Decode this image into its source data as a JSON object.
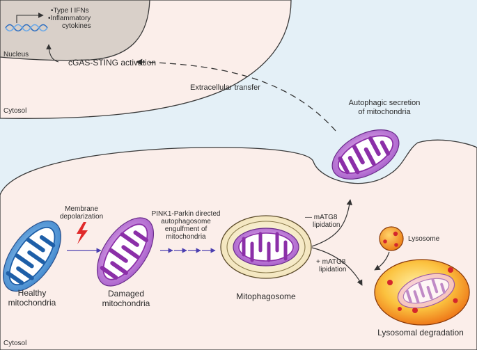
{
  "nucleus": {
    "label": "Nucleus",
    "bullet_1": "•Type I IFNs",
    "bullet_2": "•Inflammatory",
    "bullet_3": "cytokines"
  },
  "recipient_cell": {
    "cytosol_label": "Cytosol"
  },
  "donor_cell": {
    "cytosol_label": "Cytosol"
  },
  "labels": {
    "cgas_sting": "cGAS-STING activation",
    "extracellular_transfer": "Extracellular transfer",
    "autophagic_secretion_1": "Autophagic secretion",
    "autophagic_secretion_2": "of mitochondria",
    "membrane_depolarization_1": "Membrane",
    "membrane_depolarization_2": "depolarization",
    "pink1_1": "PINK1-Parkin directed",
    "pink1_2": "autophagosome",
    "pink1_3": "engulfment of",
    "pink1_4": "mitochondria",
    "minus_matg8_1": "— mATG8",
    "minus_matg8_2": "lipidation",
    "plus_matg8_1": "+ mATG8",
    "plus_matg8_2": "lipidation",
    "lysosome": "Lysosome",
    "healthy_1": "Healthy",
    "healthy_2": "mitochondria",
    "damaged_1": "Damaged",
    "damaged_2": "mitochondria",
    "mitophagosome": "Mitophagosome",
    "lysosomal_degradation": "Lysosomal degradation"
  },
  "colors": {
    "extracellular": "#e4f0f7",
    "cytosol": "#fbeeea",
    "nucleus": "#d9d0c9",
    "healthy_mito": "#3f8bd3",
    "damaged_mito": "#a458c9",
    "lysosome": "#f39a16",
    "lysosome_dots": "#d4262c"
  }
}
